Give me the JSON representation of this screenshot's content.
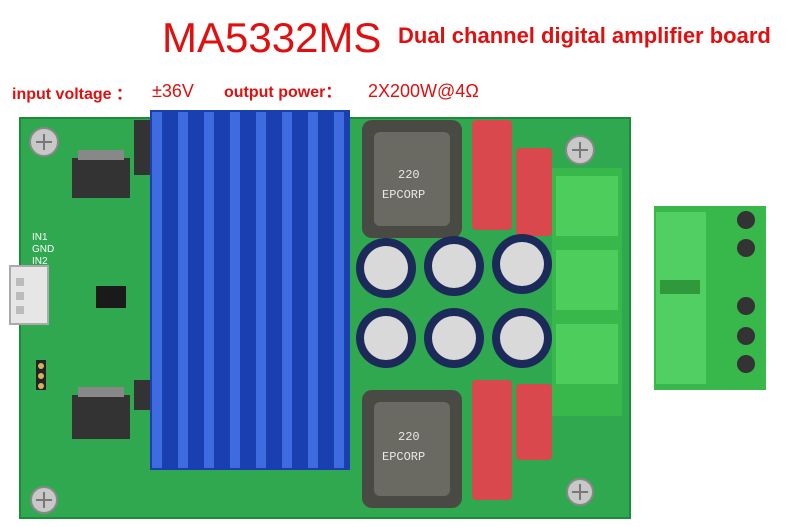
{
  "header": {
    "model": "MA5332MS",
    "description": "Dual channel digital amplifier board"
  },
  "specs": {
    "voltage_label": "input voltage ：",
    "voltage_value": "±36V",
    "power_label": "output power：",
    "power_value": "2X200W@4Ω"
  },
  "board": {
    "inductor_text_1": "220",
    "inductor_text_2": "EPCORP",
    "input_labels": [
      "IN1",
      "GND",
      "IN2"
    ]
  },
  "colors": {
    "accent_red": "#e01010",
    "pcb_green": "#2fa84f",
    "heatsink_blue": "#1a3fb0",
    "terminal_green": "#38b84a",
    "capacitor_red": "#d8484c"
  }
}
